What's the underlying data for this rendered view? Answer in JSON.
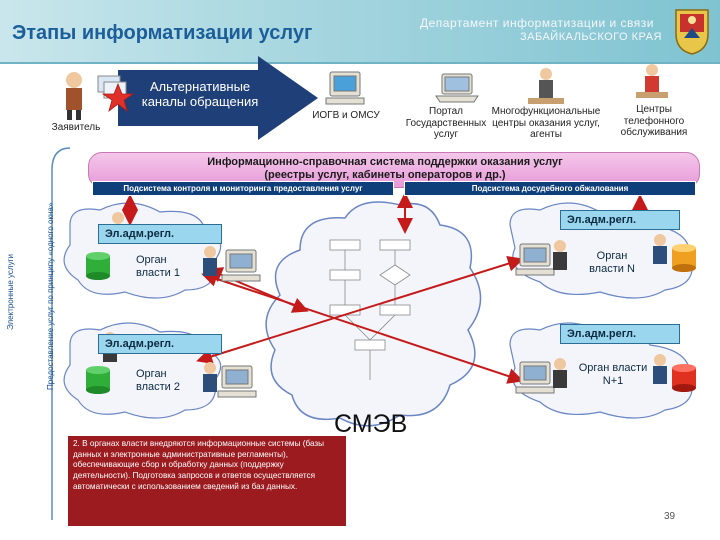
{
  "header": {
    "title": "Этапы информатизации услуг",
    "dept_line1": "Департамент информатизации и связи",
    "dept_line2": "ЗАБАЙКАЛЬСКОГО КРАЯ",
    "coat_icon": "coat-of-arms-icon"
  },
  "top_row": {
    "applicant": "Заявитель",
    "alt_channels": "Альтернативные каналы обращения",
    "iogv": "ИОГВ и ОМСУ",
    "portal": "Портал Государственных услуг",
    "mfc": "Многофункциональные центры оказания услуг, агенты",
    "call_centers": "Центры телефонного обслуживания"
  },
  "info_system": {
    "title": "Информационно-справочная система поддержки оказания услуг",
    "subtitle": "(реестры услуг, кабинеты операторов и др.)",
    "subsystem_left": "Подсистема контроля и мониторинга предоставления услуг",
    "subsystem_right": "Подсистема досудебного обжалования"
  },
  "side_labels": {
    "vertical_1": "Предоставление услуг по принципу «одного окна»",
    "vertical_2": "Электронные услуги"
  },
  "nodes": {
    "regl_label": "Эл.адм.регл.",
    "authority_1": "Орган власти 1",
    "authority_2": "Орган власти 2",
    "authority_n": "Орган власти N",
    "authority_n1": "Орган власти N+1"
  },
  "smev": "СМЭВ",
  "note": "2. В органах власти внедряются информационные системы (базы данных и электронные административные регламенты), обеспечивающие сбор и обработку данных (поддержку деятельности). Подготовка запросов и ответов осуществляется автоматически с использованием сведений из баз данных.",
  "page_number": "39",
  "colors": {
    "title": "#1b5e9a",
    "arrow_fill": "#1f3f78",
    "info_bar": "#e79ad8",
    "subsystem_bar": "#0e3f7a",
    "regl_fill": "#9ad7ef",
    "note_bg": "#9b1b1f",
    "cloud": "#f3f5fb"
  }
}
